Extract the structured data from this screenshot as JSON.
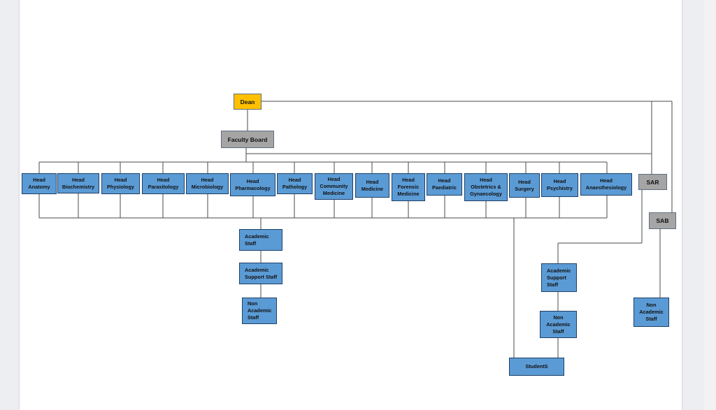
{
  "chart": {
    "dean": "Dean",
    "faculty_board": "Faculty Board",
    "sar": "SAR",
    "sab": "SAB",
    "departments": [
      "Head\nAnatomy",
      "Head\nBiochemistry",
      "Head\nPhysiology",
      "Head\nParasitology",
      "Head\nMicrobiology",
      "Head\nPharmacology",
      "Head\nPathology",
      "Head\nCommunity\nMedicine",
      "Head\nMedicine",
      "Head\nForensic\nMedicine",
      "Head\nPaediatric",
      "Head\nObstetrics &\nGynaecology",
      "Head\nSurgery",
      "Head\nPsychistry",
      "Head\nAnaesthesiology"
    ],
    "academic_staff": "Academic\nStaff",
    "academic_support_staff": "Academic\nSupport Staff",
    "non_academic_staff": "Non\nAcademic\nStaff",
    "sar_academic_support_staff": "Academic\nSupport\nStaff",
    "sar_non_academic_staff": "Non\nAcademic\nStaff",
    "students": "StudentS",
    "sab_non_academic_staff": "Non\nAcademic\nStaff"
  },
  "colors": {
    "dean": "#ffc000",
    "board": "#a5a5a5",
    "unit": "#5b9bd5",
    "line": "#4a4a4a"
  }
}
